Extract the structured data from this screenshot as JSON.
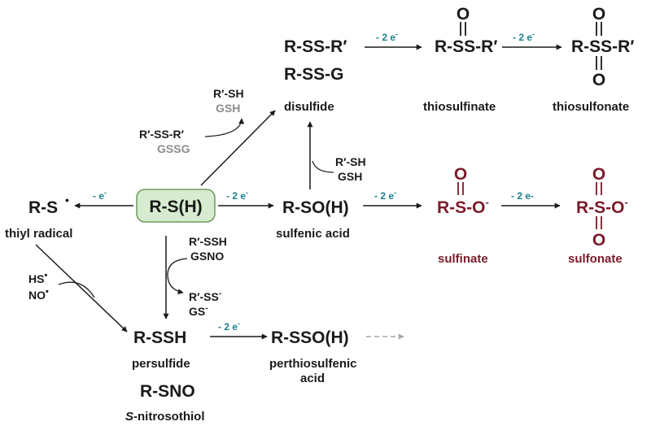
{
  "colors": {
    "black": "#1a1a1a",
    "gray": "#8c8c8c",
    "teal": "#1a7f8c",
    "maroon": "#7a1c2a",
    "center_fill": "#d6ebcf",
    "center_stroke": "#6e9a62",
    "dashed_arrow": "#a6a6a6"
  },
  "center": {
    "text": "R-S(H)"
  },
  "electron_labels": {
    "one": "- e",
    "two": "- 2 e",
    "two_plain": "- 2 e-",
    "superscript": "-"
  },
  "radical": {
    "formula": "R-S",
    "dot": "•",
    "label": "thiyl radical"
  },
  "disulfide": {
    "formula1": "R-SS-R′",
    "formula2": "R-SS-G",
    "label": "disulfide"
  },
  "thiosulfinate": {
    "oxygen": "O",
    "formula": "R-SS-R′",
    "label": "thiosulfinate"
  },
  "thiosulfonate": {
    "oxygen_top": "O",
    "oxygen_bottom": "O",
    "formula": "R-SS-R′",
    "label": "thiosulfonate"
  },
  "sulfenic": {
    "formula": "R-SO(H)",
    "label": "sulfenic acid"
  },
  "sulfinate": {
    "oxygen": "O",
    "formula": "R-S-O",
    "charge": "-",
    "label": "sulfinate"
  },
  "sulfonate": {
    "oxygen_top": "O",
    "oxygen_bottom": "O",
    "formula": "R-S-O",
    "charge": "-",
    "label": "sulfonate"
  },
  "persulfide": {
    "formula": "R-SSH",
    "label": "persulfide"
  },
  "perthiosulfenic": {
    "formula": "R-SSO(H)",
    "label1": "perthiosulfenic",
    "label2": "acid"
  },
  "nitrosothiol": {
    "formula": "R-SNO",
    "label_italic": "S",
    "label_rest": "-nitrosothiol"
  },
  "reagents": {
    "disulfide_out1": "R′-SH",
    "disulfide_out2": "GSH",
    "disulfide_in1": "R′-SS-R′",
    "disulfide_in2": "GSSG",
    "sulfenic_in1": "R′-SH",
    "sulfenic_in2": "GSH",
    "persulf_in1": "R′-SSH",
    "persulf_in2": "GSNO",
    "persulf_out1": "R′-SS",
    "persulf_out2": "GS",
    "radical_in1": "HS",
    "radical_in2": "NO",
    "minus": "-",
    "dot": "•"
  }
}
